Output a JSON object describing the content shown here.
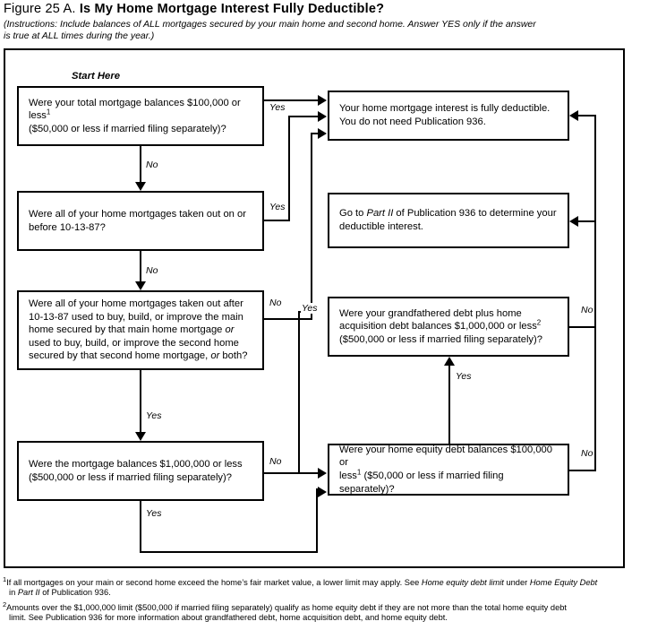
{
  "header": {
    "figure_number": "Figure 25 A.",
    "title": "Is My Home Mortgage Interest Fully Deductible?",
    "instructions_line1": "(Instructions: Include balances of ALL mortgages secured by your main home and second home. Answer YES only if the answer",
    "instructions_line2": "is true at ALL times during the year.)"
  },
  "start_label": "Start Here",
  "nodes": {
    "q1": {
      "id": "q1",
      "line1": "Were your total mortgage balances $100,000 or less",
      "sup1": "1",
      "line2": "($50,000 or less if married filing separately)?"
    },
    "q2": {
      "id": "q2",
      "line1": "Were all of your home mortgages taken out on or",
      "line2": "before 10-13-87?"
    },
    "q3": {
      "id": "q3",
      "line1": "Were all of your home mortgages taken out after",
      "line2": "10-13-87 used to buy, build, or improve the main",
      "line3a": "home secured by that main home mortgage ",
      "line3b": "or",
      "line4": "used to buy, build, or improve the second home",
      "line5a": "secured by that second home mortgage, ",
      "line5b": "or",
      "line5c": " both?"
    },
    "q4": {
      "id": "q4",
      "line1": "Were the mortgage balances $1,000,000 or less",
      "line2": "($500,000 or less if married filing separately)?"
    },
    "q5": {
      "id": "q5",
      "line1": "Were your grandfathered debt plus home",
      "line2": "acquisition debt balances $1,000,000 or less",
      "sup2": "2",
      "line3": "($500,000 or less if married filing separately)?"
    },
    "q6": {
      "id": "q6",
      "line1": "Were your home equity debt balances $100,000 or",
      "line2a": "less",
      "sup1": "1",
      "line2b": " ($50,000 or less if married filing separately)?"
    },
    "result_deductible": {
      "id": "result_deductible",
      "line1": "Your home mortgage interest is fully deductible.",
      "line2": "You do not need Publication 936."
    },
    "result_part2": {
      "id": "result_part2",
      "line1a": "Go to ",
      "line1b": "Part II",
      "line1c": " of Publication 936 to determine your",
      "line2": "deductible interest."
    }
  },
  "edges": {
    "q1_yes": "Yes",
    "q1_no": "No",
    "q2_yes": "Yes",
    "q2_no": "No",
    "q3_no": "No",
    "q3_yes": "Yes",
    "q4_no": "No",
    "q4_yes": "Yes",
    "q5_no": "No",
    "q5_yes_from_q6": "Yes",
    "q6_no": "No"
  },
  "footnotes": {
    "fn1_marker": "1",
    "fn1_a": "If all mortgages on your main or second home exceed the home",
    "fn1_b": "s fair market value, a lower limit may apply. See ",
    "fn1_i1": "Home equity debt limit",
    "fn1_c": " under ",
    "fn1_i2": "Home Equity Debt",
    "fn1_d": " in ",
    "fn1_i3": "Part II",
    "fn1_e": " of Publication 936.",
    "fn2_marker": "2",
    "fn2_a": "Amounts over the $1,000,000 limit ($500,000 if married filing separately) qualify as home equity debt if they are not more than the total home equity debt",
    "fn2_b": "limit. See Publication 936 for more information about grandfathered debt, home acquisition debt, and home equity debt."
  },
  "colors": {
    "ink": "#000000",
    "paper": "#ffffff"
  }
}
